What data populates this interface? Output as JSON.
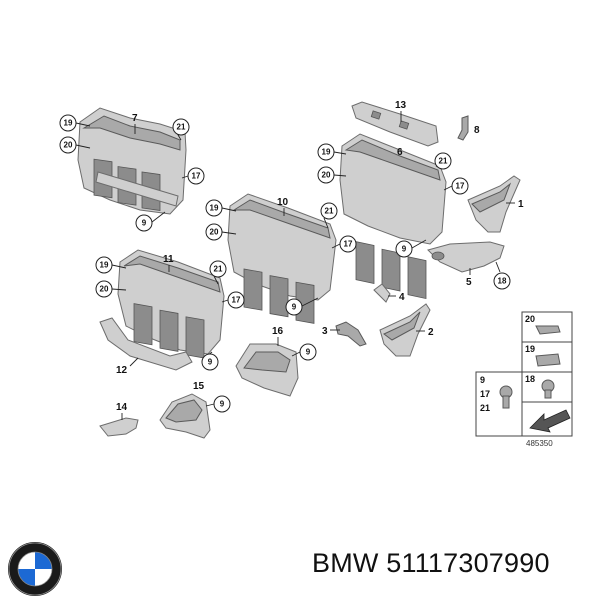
{
  "diagram": {
    "diagram_id": "485350",
    "callouts": {
      "c1": "1",
      "c2": "2",
      "c3": "3",
      "c4": "4",
      "c5": "5",
      "c6": "6",
      "c7": "7",
      "c8": "8",
      "c9": "9",
      "c10": "10",
      "c11": "11",
      "c12": "12",
      "c13": "13",
      "c14": "14",
      "c15": "15",
      "c16": "16",
      "c17": "17",
      "c18": "18",
      "c19": "19",
      "c20": "20",
      "c21": "21"
    }
  },
  "footer": {
    "brand": "BMW",
    "part_number_line": "BMW 51117307990"
  }
}
